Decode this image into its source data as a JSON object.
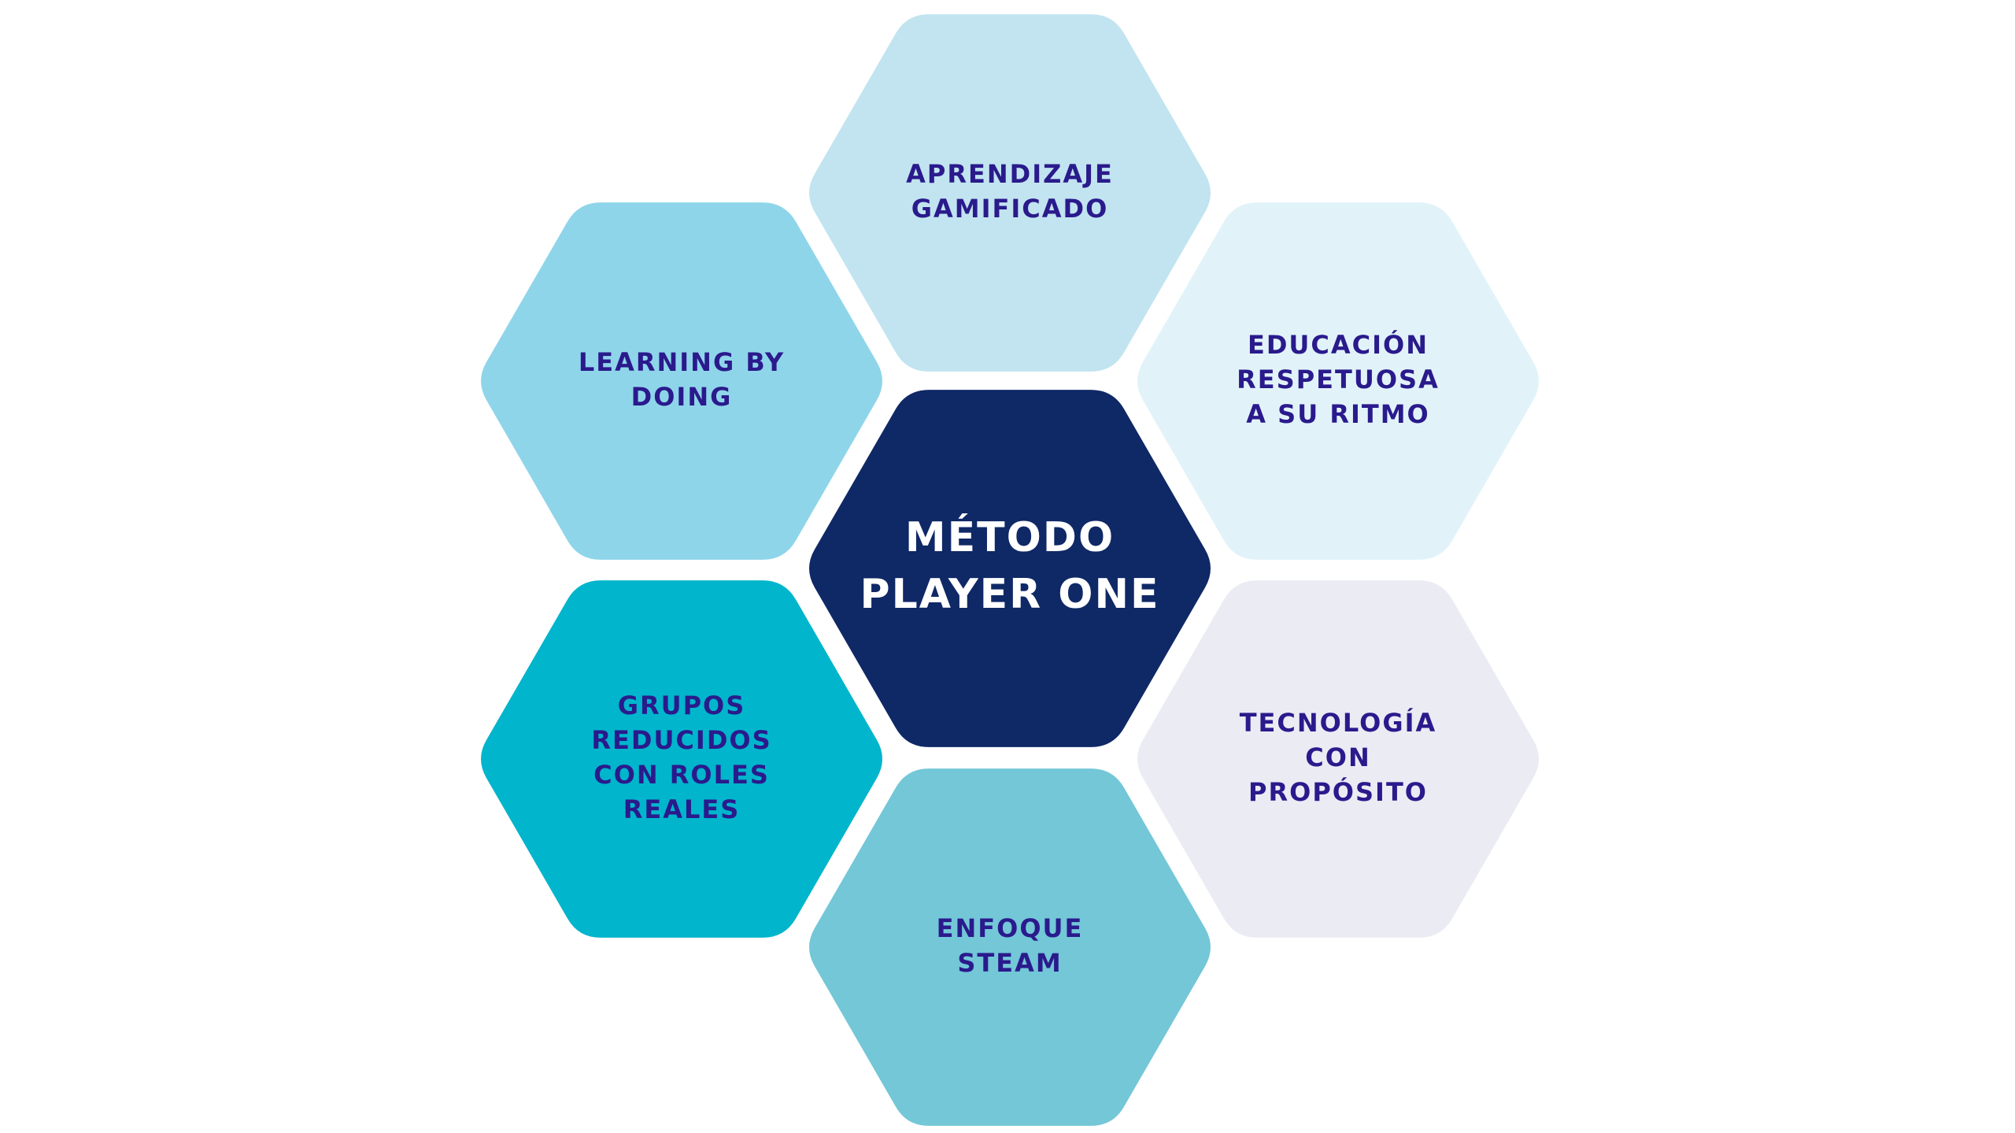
{
  "colors": {
    "background": "#ffffff",
    "outer_text": "#2a1a8c",
    "center_text": "#ffffff"
  },
  "center": {
    "lines": [
      "MÉTODO",
      "PLAYER ONE"
    ],
    "fill": "#0f2866"
  },
  "hexagons": [
    {
      "id": "top",
      "lines": [
        "APRENDIZAJE",
        "GAMIFICADO"
      ],
      "fill": "#c1e4f0"
    },
    {
      "id": "upper-left",
      "lines": [
        "LEARNING BY",
        "DOING"
      ],
      "fill": "#8fd5ea"
    },
    {
      "id": "upper-right",
      "lines": [
        "EDUCACIÓN",
        "RESPETUOSA",
        "A SU RITMO"
      ],
      "fill": "#e1f3f9"
    },
    {
      "id": "lower-left",
      "lines": [
        "GRUPOS",
        "REDUCIDOS",
        "CON ROLES",
        "REALES"
      ],
      "fill": "#00b5cc"
    },
    {
      "id": "lower-right",
      "lines": [
        "TECNOLOGÍA",
        "CON",
        "PROPÓSITO"
      ],
      "fill": "#ebebf4"
    },
    {
      "id": "bottom",
      "lines": [
        "ENFOQUE",
        "STEAM"
      ],
      "fill": "#73c7d7"
    }
  ]
}
